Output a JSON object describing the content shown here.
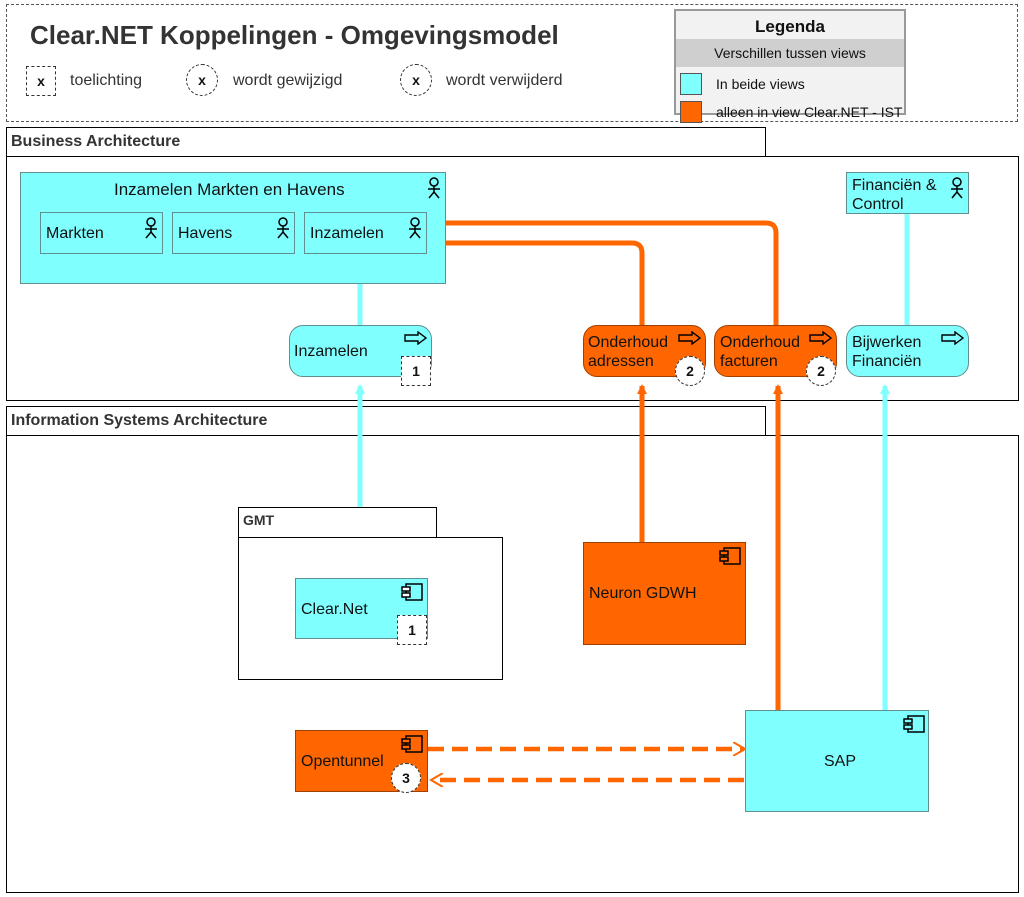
{
  "title": "Clear.NET Koppelingen - Omgevingsmodel",
  "key": [
    {
      "symbol": "x",
      "label": "toelichting"
    },
    {
      "symbol": "x",
      "label": "wordt gewijzigd"
    },
    {
      "symbol": "x",
      "label": "wordt verwijderd"
    }
  ],
  "legend": {
    "title": "Legenda",
    "subtitle": "Verschillen tussen views",
    "items": [
      {
        "label": "In beide views",
        "color": "#80ffff"
      },
      {
        "label": "alleen in view Clear.NET - IST",
        "color": "#ff6600"
      }
    ]
  },
  "layers": {
    "business": "Business Architecture",
    "information": "Information Systems Architecture"
  },
  "actors": {
    "group": "Inzamelen Markten en Havens",
    "markten": "Markten",
    "havens": "Havens",
    "inzamelen": "Inzamelen",
    "financien": "Financiën & Control"
  },
  "processes": {
    "inzamelen": {
      "label": "Inzamelen",
      "badge": "1"
    },
    "onderhoud_adressen": {
      "line1": "Onderhoud",
      "line2": "adressen",
      "badge": "2"
    },
    "onderhoud_facturen": {
      "line1": "Onderhoud",
      "line2": "facturen",
      "badge": "2"
    },
    "bijwerken": {
      "line1": "Bijwerken",
      "line2": "Financiën"
    }
  },
  "package": {
    "label": "GMT"
  },
  "components": {
    "clearnet": {
      "label": "Clear.Net",
      "badge": "1"
    },
    "neuron": {
      "label": "Neuron GDWH"
    },
    "opentunnel": {
      "label": "Opentunnel",
      "badge": "3"
    },
    "sap": {
      "label": "SAP"
    }
  },
  "colors": {
    "cyan": "#80ffff",
    "orange": "#ff6600",
    "cyan_line": "#80ffff",
    "orange_line": "#ff6600"
  }
}
